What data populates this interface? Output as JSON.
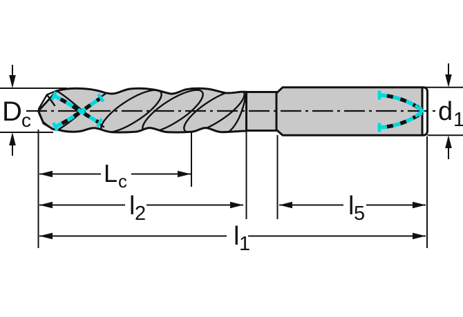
{
  "diagram": {
    "type": "technical-drawing",
    "subject": "twist drill with internal coolant channels, side view with dimensioning",
    "colors": {
      "background": "#ffffff",
      "body_fill": "#c9c9c9",
      "shank_end_band_fill": "#f4f4f4",
      "line": "#111111",
      "coolant": "#00d8e0"
    },
    "dims": {
      "dc": {
        "base": "D",
        "sub": "c"
      },
      "d1": {
        "base": "d",
        "sub": "1"
      },
      "lc": {
        "base": "L",
        "sub": "c"
      },
      "l2": {
        "base": "l",
        "sub": "2"
      },
      "l5": {
        "base": "l",
        "sub": "5"
      },
      "l1": {
        "base": "l",
        "sub": "1"
      }
    }
  }
}
